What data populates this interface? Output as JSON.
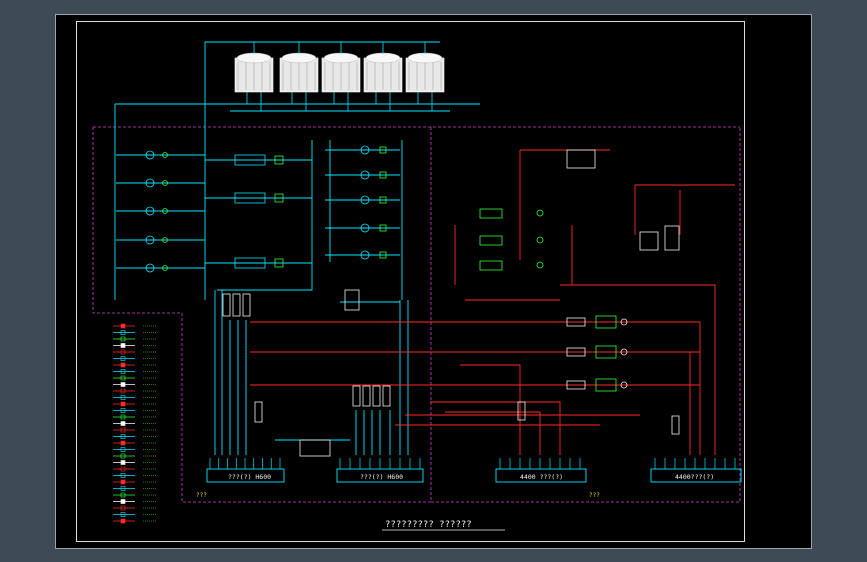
{
  "drawing": {
    "title": "?????????  ??????",
    "station_labels": [
      "???(?) H600",
      "???(?) H600",
      "4400 ???(?)",
      "4400???(?)"
    ],
    "region_note": "???",
    "right_note": "???"
  },
  "colors": {
    "background": "#000000",
    "cyan_pipe": "#00e5ff",
    "red_pipe": "#ff2a2a",
    "magenta_boundary": "#d23fd2",
    "green_text": "#33ff33",
    "white_equipment": "#f2f2f2"
  }
}
